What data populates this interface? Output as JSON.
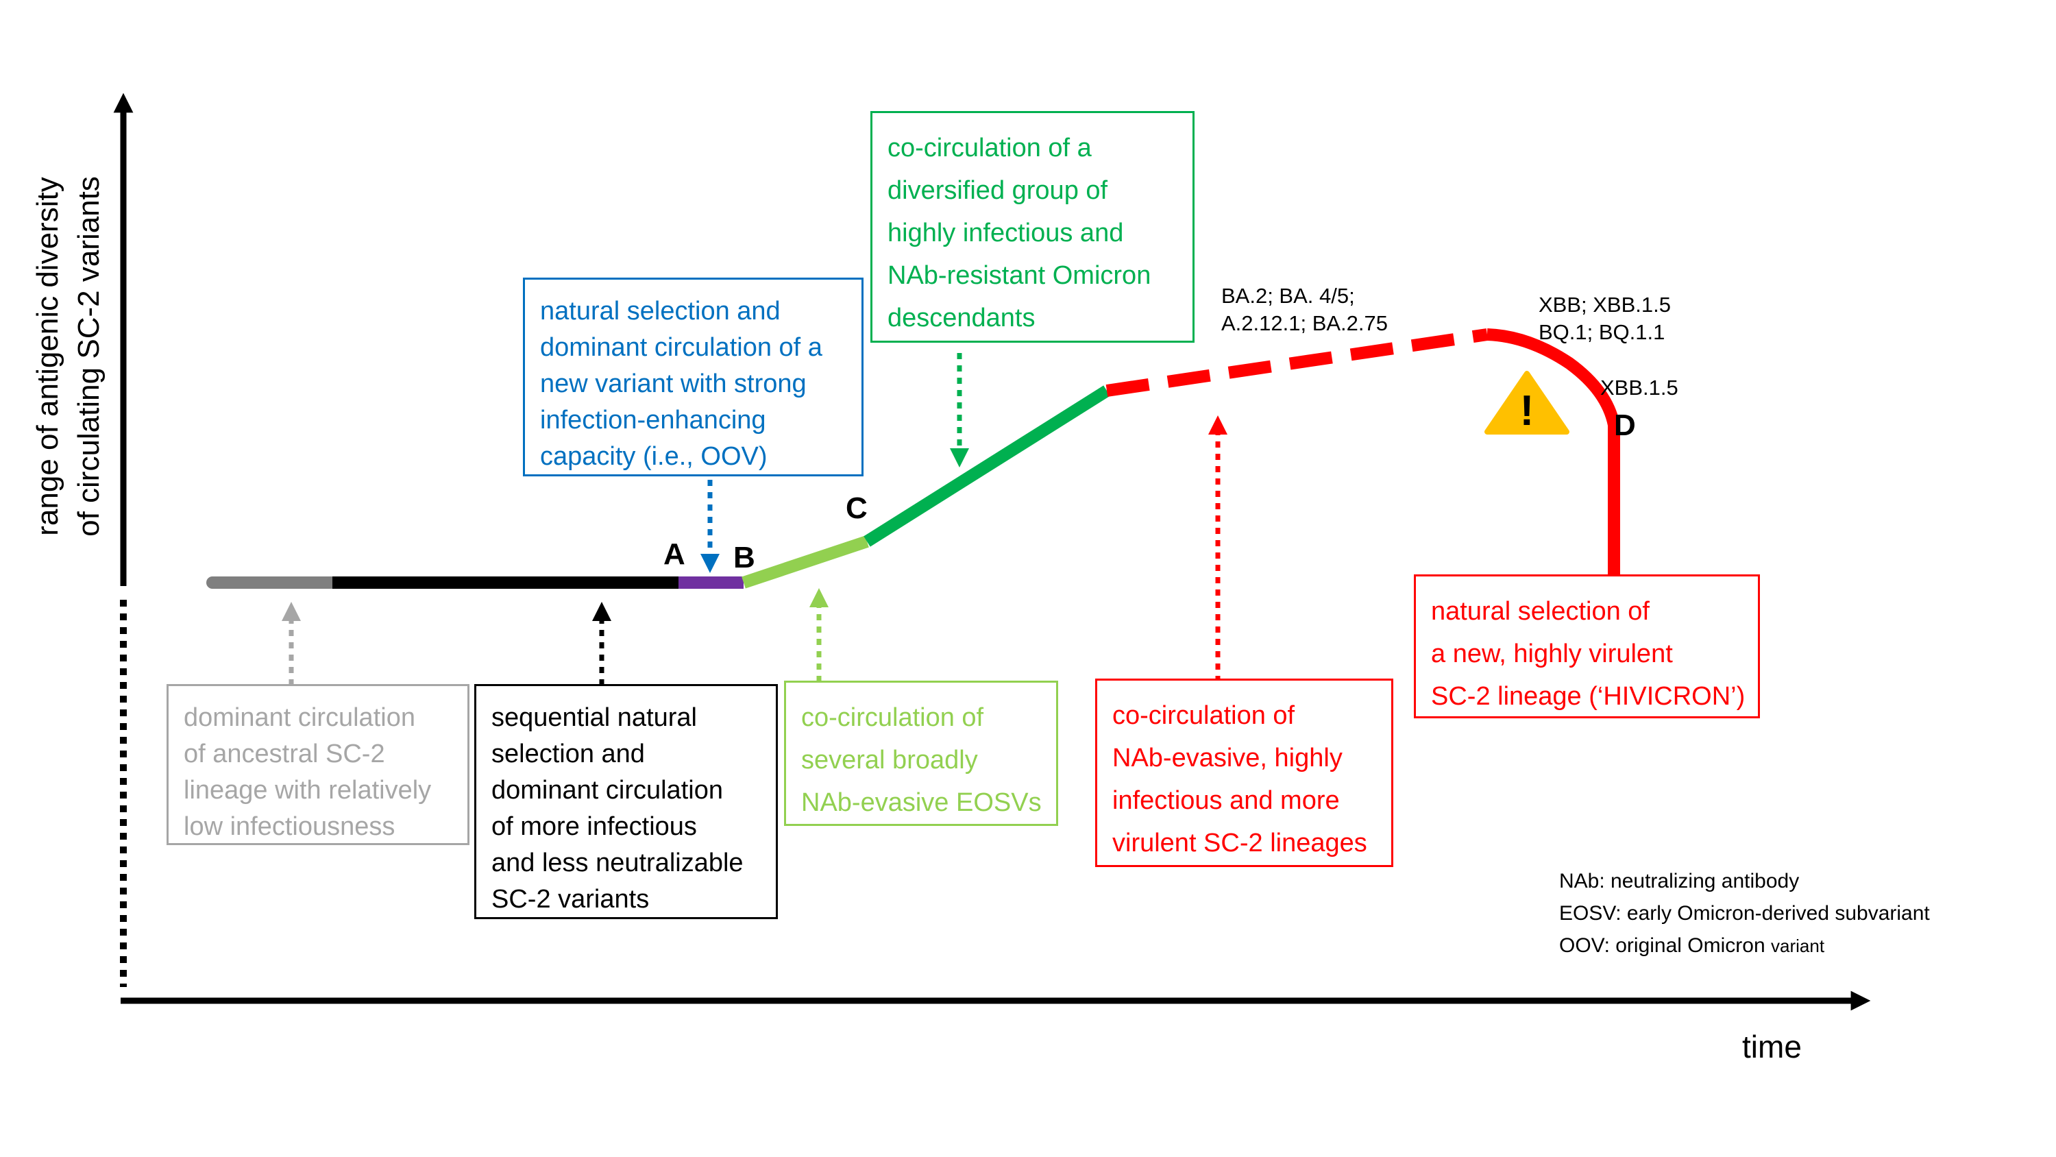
{
  "axes": {
    "y_label_line1": "range of antigenic diversity",
    "y_label_line2": "of circulating SC-2 variants",
    "x_label": "time"
  },
  "colors": {
    "gray": "#7f7f7f",
    "light_gray": "#a6a6a6",
    "black": "#000000",
    "purple": "#7030a0",
    "blue": "#0070c0",
    "light_green": "#92d050",
    "green": "#00b050",
    "red": "#ff0000",
    "warning_yellow": "#ffc000"
  },
  "points": {
    "a": "A",
    "b": "B",
    "c": "C",
    "d": "D"
  },
  "variant_labels": {
    "ba2_line1": "BA.2; BA. 4/5;",
    "ba2_line2": "A.2.12.1; BA.2.75",
    "xbb_line1": "XBB; XBB.1.5",
    "xbb_line2": "BQ.1; BQ.1.1",
    "xbb15": "XBB.1.5"
  },
  "warning": {
    "glyph": "!"
  },
  "boxes": {
    "ancestral": [
      "dominant circulation",
      "of ancestral SC-2",
      "lineage with relatively",
      "low infectiousness"
    ],
    "sequential": [
      "sequential natural",
      "selection and",
      "dominant circulation",
      "of more infectious",
      "and less neutralizable",
      "SC-2 variants"
    ],
    "oov": [
      "natural selection and",
      "dominant circulation of a",
      "new variant with strong",
      "infection-enhancing",
      "capacity (i.e., OOV)"
    ],
    "eosv": [
      "co-circulation of",
      "several broadly",
      "NAb-evasive EOSVs"
    ],
    "omicron": [
      "co-circulation of a",
      "diversified group of",
      "highly infectious and",
      "NAb-resistant Omicron",
      "descendants"
    ],
    "virulent": [
      "co-circulation of",
      "NAb-evasive, highly",
      "infectious and more",
      "virulent SC-2 lineages"
    ],
    "hivicron": [
      "natural selection of",
      "a new, highly virulent",
      "SC-2 lineage (‘HIVICRON’)"
    ]
  },
  "legend": {
    "nab": "NAb: neutralizing antibody",
    "eosv": "EOSV: early Omicron-derived subvariant",
    "oov_prefix": "OOV: original Omicron",
    "oov_suffix": "variant"
  }
}
